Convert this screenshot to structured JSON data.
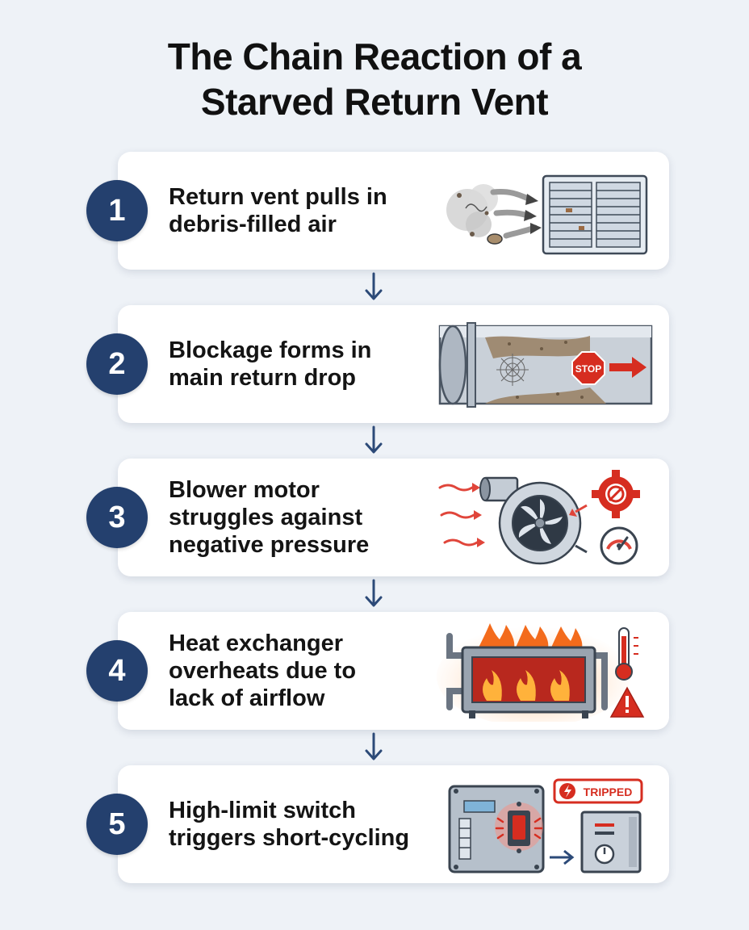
{
  "title_lines": [
    "The Chain Reaction of a",
    "Starved Return Vent"
  ],
  "steps": [
    {
      "number": "1",
      "lines": [
        "Return vent pulls in",
        "debris-filled air"
      ]
    },
    {
      "number": "2",
      "lines": [
        "Blockage forms in",
        "main return drop"
      ]
    },
    {
      "number": "3",
      "lines": [
        "Blower motor",
        "struggles against",
        "negative pressure"
      ]
    },
    {
      "number": "4",
      "lines": [
        "Heat exchanger",
        "overheats due to",
        "lack of airflow"
      ]
    },
    {
      "number": "5",
      "lines": [
        "High-limit switch",
        "triggers short-cycling"
      ]
    }
  ],
  "illustration_labels": {
    "stop_sign": "STOP",
    "tripped_badge": "TRIPPED"
  },
  "icons": [
    "return-vent-grille-icon",
    "clogged-duct-icon",
    "blower-motor-icon",
    "overheating-heat-exchanger-icon",
    "tripped-limit-switch-icon",
    "down-arrow-icon"
  ],
  "colors": {
    "step_circle": "#24406e",
    "card": "#ffffff",
    "background": "#eef2f7",
    "flow_arrow": "#2c4a78",
    "alert_red": "#d62d20"
  }
}
